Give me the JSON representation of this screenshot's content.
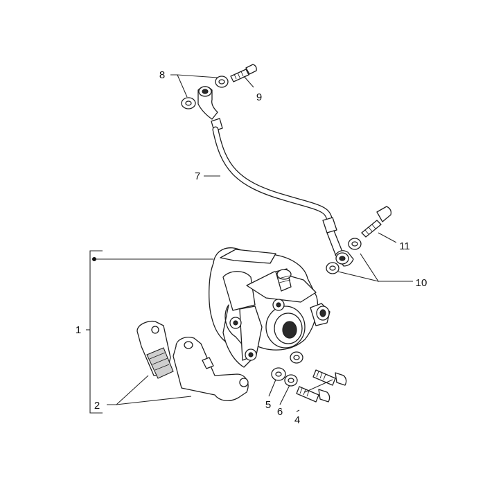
{
  "callouts": {
    "c1": "1",
    "c2": "2",
    "c4": "4",
    "c5": "5",
    "c6": "6",
    "c7": "7",
    "c8": "8",
    "c9": "9",
    "c10": "10",
    "c11": "11"
  },
  "colors": {
    "line": "#1e1e1e",
    "background": "#ffffff",
    "pad": "#cfcfcf"
  }
}
